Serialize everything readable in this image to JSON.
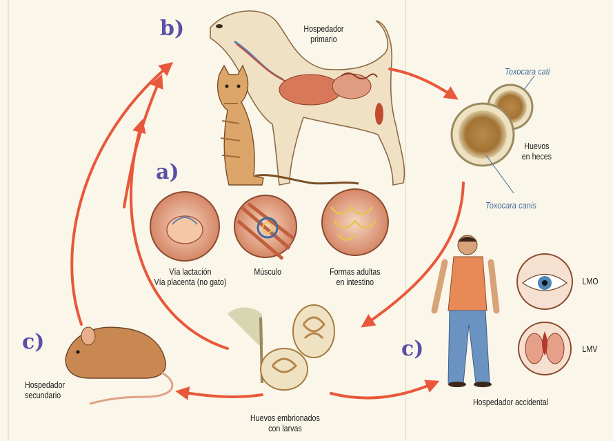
{
  "sections": {
    "a": "a)",
    "b": "b)",
    "c_left": "c)",
    "c_right": "c)"
  },
  "labels": {
    "primary_host": [
      "Hospedador",
      "primario"
    ],
    "eggs_in_feces": [
      "Huevos",
      "en heces"
    ],
    "toxocara_cati": "Toxocara cati",
    "toxocara_canis": "Toxocara canis",
    "lactation": [
      "Vía lactación",
      "Vía placenta (no gato)"
    ],
    "muscle": "Músculo",
    "adult_forms": [
      "Formas adultas",
      "en intestino"
    ],
    "secondary_host": [
      "Hospedador",
      "secundario"
    ],
    "embryonated_eggs": [
      "Huevos embrionados",
      "con larvas"
    ],
    "accidental_host": "Hospedador accidental",
    "lmo": "LMO",
    "lmv": "LMV"
  },
  "colors": {
    "arrow": "#e8583a",
    "section": "#5a4fa8",
    "species": "#3f6a9c"
  }
}
